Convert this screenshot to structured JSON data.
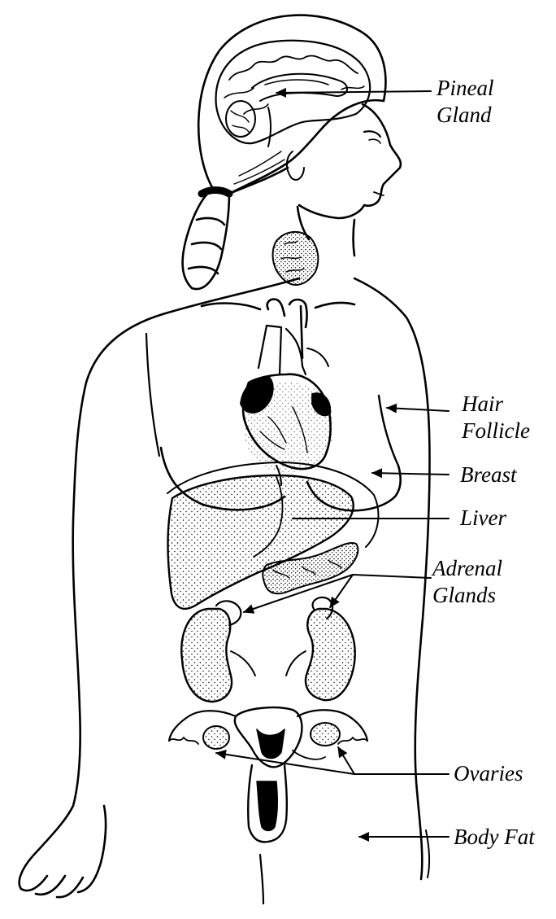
{
  "figure": {
    "subject": "female-body-hormone-sites",
    "ink_color": "#000000",
    "paper_color": "#ffffff"
  },
  "labels": [
    {
      "id": "pineal",
      "text": "Pineal\nGland"
    },
    {
      "id": "hair",
      "text": "Hair\nFollicle"
    },
    {
      "id": "breast",
      "text": "Breast"
    },
    {
      "id": "liver",
      "text": "Liver"
    },
    {
      "id": "adrenal",
      "text": "Adrenal\nGlands"
    },
    {
      "id": "ovaries",
      "text": "Ovaries"
    },
    {
      "id": "bodyfat",
      "text": "Body Fat"
    }
  ]
}
